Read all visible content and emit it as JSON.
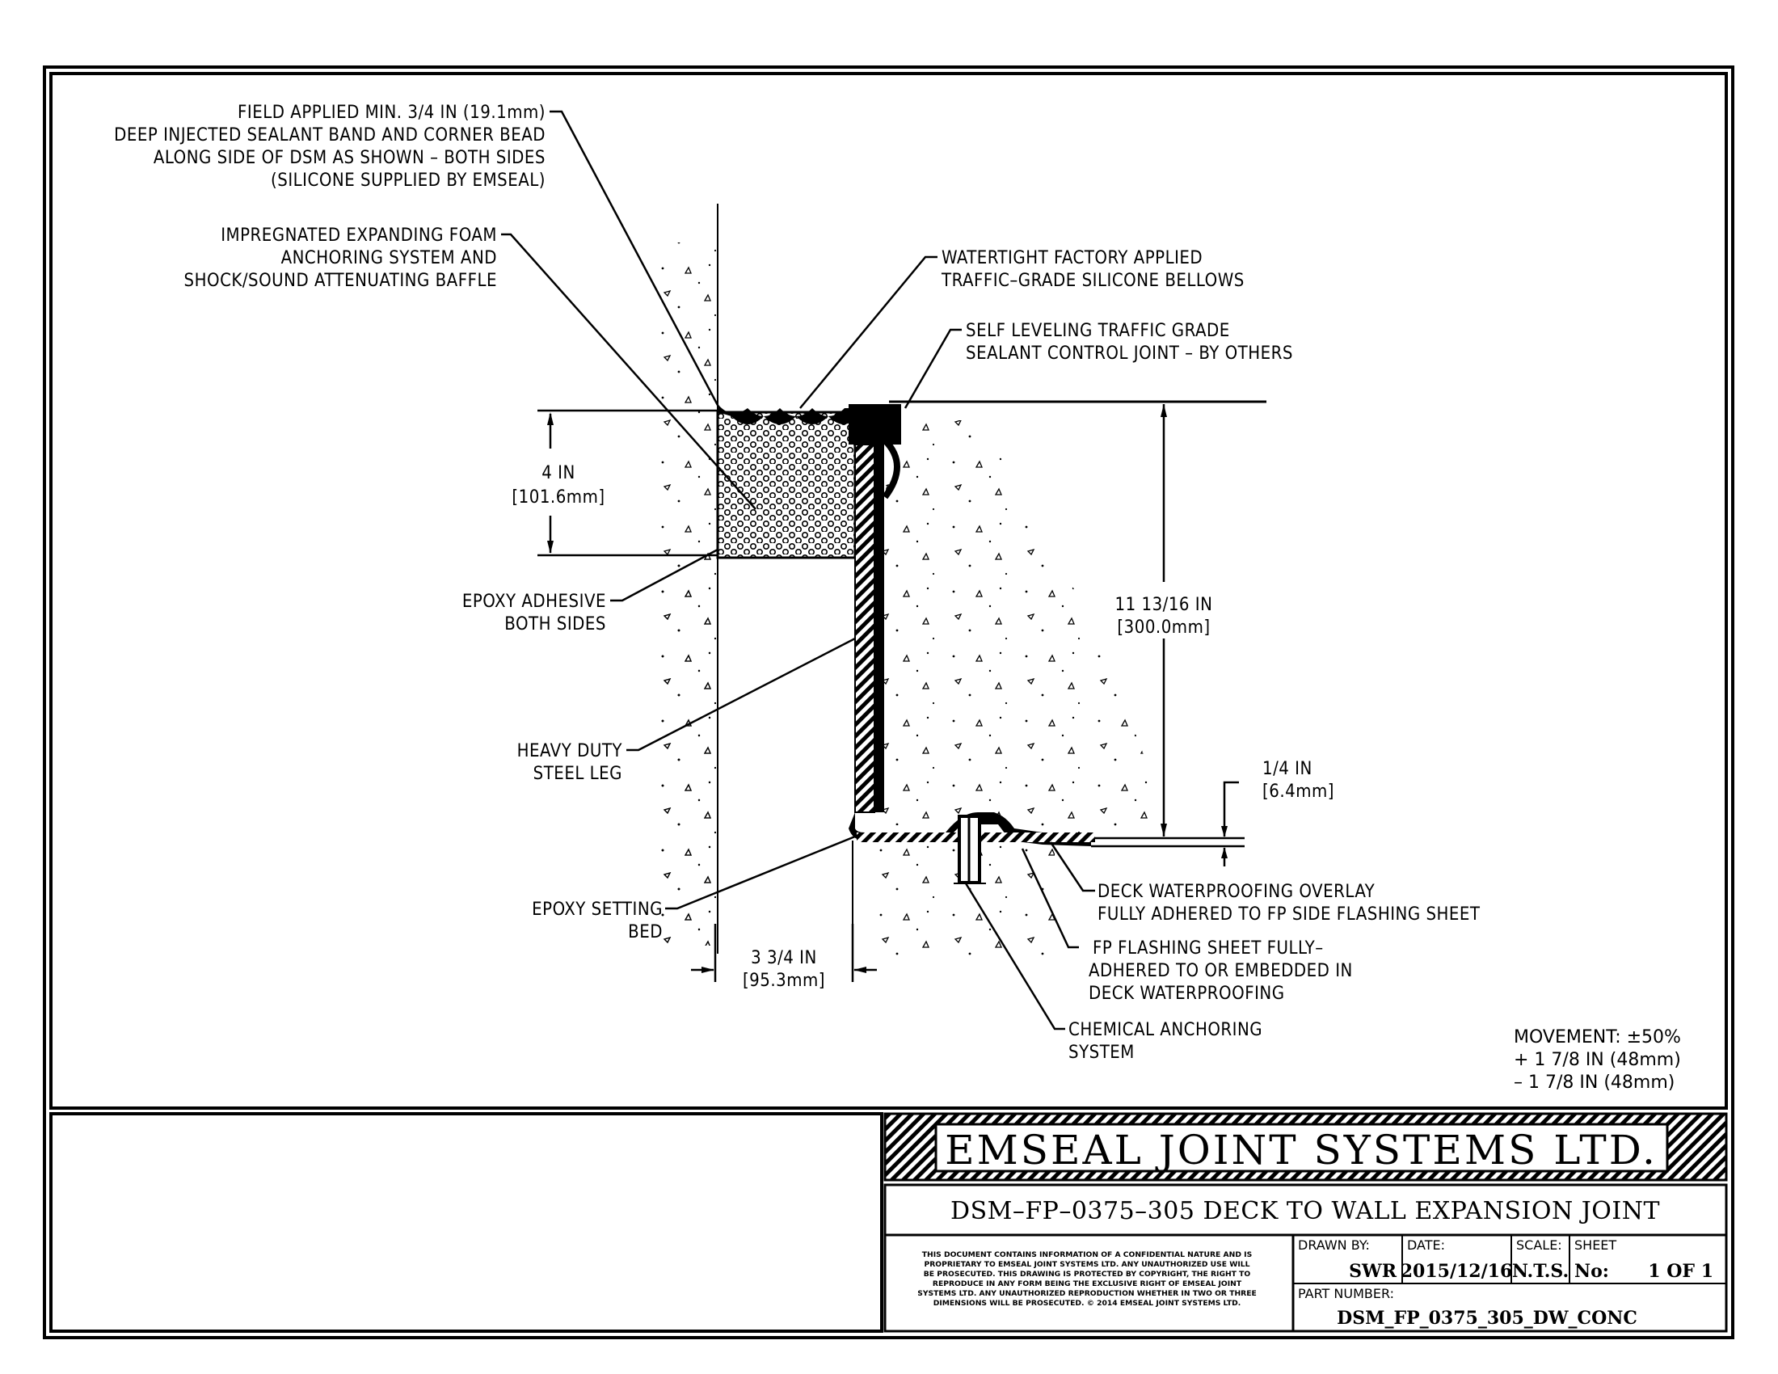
{
  "drawing": {
    "callouts": {
      "field_applied": [
        "FIELD APPLIED MIN. 3/4 IN (19.1mm)",
        "DEEP INJECTED SEALANT BAND AND CORNER BEAD",
        "ALONG SIDE OF DSM AS SHOWN – BOTH SIDES",
        "(SILICONE SUPPLIED BY EMSEAL)"
      ],
      "impregnated_foam": [
        "IMPREGNATED EXPANDING FOAM",
        "ANCHORING SYSTEM AND",
        "SHOCK/SOUND ATTENUATING BAFFLE"
      ],
      "bellows": [
        "WATERTIGHT FACTORY APPLIED",
        "TRAFFIC–GRADE SILICONE BELLOWS"
      ],
      "self_leveling": [
        "SELF LEVELING TRAFFIC GRADE",
        "SEALANT CONTROL JOINT – BY OTHERS"
      ],
      "epoxy_adhesive": [
        "EPOXY ADHESIVE",
        "BOTH SIDES"
      ],
      "steel_leg": [
        "HEAVY DUTY",
        "STEEL LEG"
      ],
      "epoxy_bed": [
        "EPOXY SETTING",
        "BED"
      ],
      "deck_overlay": [
        "DECK WATERPROOFING OVERLAY",
        "FULLY ADHERED TO FP SIDE FLASHING SHEET"
      ],
      "fp_flashing": [
        "FP FLASHING SHEET FULLY–",
        "ADHERED TO OR EMBEDDED IN",
        "DECK WATERPROOFING"
      ],
      "chemical_anchor": [
        "CHEMICAL ANCHORING",
        "SYSTEM"
      ]
    },
    "dimensions": {
      "depth": [
        "4 IN",
        "[101.6mm]"
      ],
      "height": [
        "11 13/16 IN",
        "[300.0mm]"
      ],
      "width": [
        "3 3/4 IN",
        "[95.3mm]"
      ],
      "thickness": [
        "1/4 IN",
        "[6.4mm]"
      ]
    },
    "movement": [
      "MOVEMENT: ±50%",
      "+ 1 7/8 IN (48mm)",
      "– 1 7/8 IN (48mm)"
    ]
  },
  "title_block": {
    "company": "EMSEAL JOINT SYSTEMS LTD.",
    "title": "DSM–FP–0375–305 DECK TO WALL EXPANSION JOINT",
    "notice": [
      "THIS DOCUMENT CONTAINS INFORMATION OF A CONFIDENTIAL NATURE AND IS",
      "PROPRIETARY TO EMSEAL JOINT SYSTEMS LTD. ANY UNAUTHORIZED USE WILL",
      "BE PROSECUTED. THIS DRAWING IS PROTECTED BY COPYRIGHT, THE RIGHT TO",
      "REPRODUCE IN ANY FORM BEING THE EXCLUSIVE RIGHT OF EMSEAL JOINT",
      "SYSTEMS LTD. ANY UNAUTHORIZED REPRODUCTION WHETHER IN TWO OR THREE",
      "DIMENSIONS WILL BE PROSECUTED. © 2014 EMSEAL JOINT SYSTEMS LTD."
    ],
    "drawn_by_label": "DRAWN BY:",
    "drawn_by": "SWR",
    "date_label": "DATE:",
    "date": "2015/12/16",
    "scale_label": "SCALE:",
    "scale": "N.T.S.",
    "sheet_label": "SHEET",
    "sheet_no_label": "No:",
    "sheet": "1 OF 1",
    "part_number_label": "PART NUMBER:",
    "part_number": "DSM_FP_0375_305_DW_CONC"
  }
}
